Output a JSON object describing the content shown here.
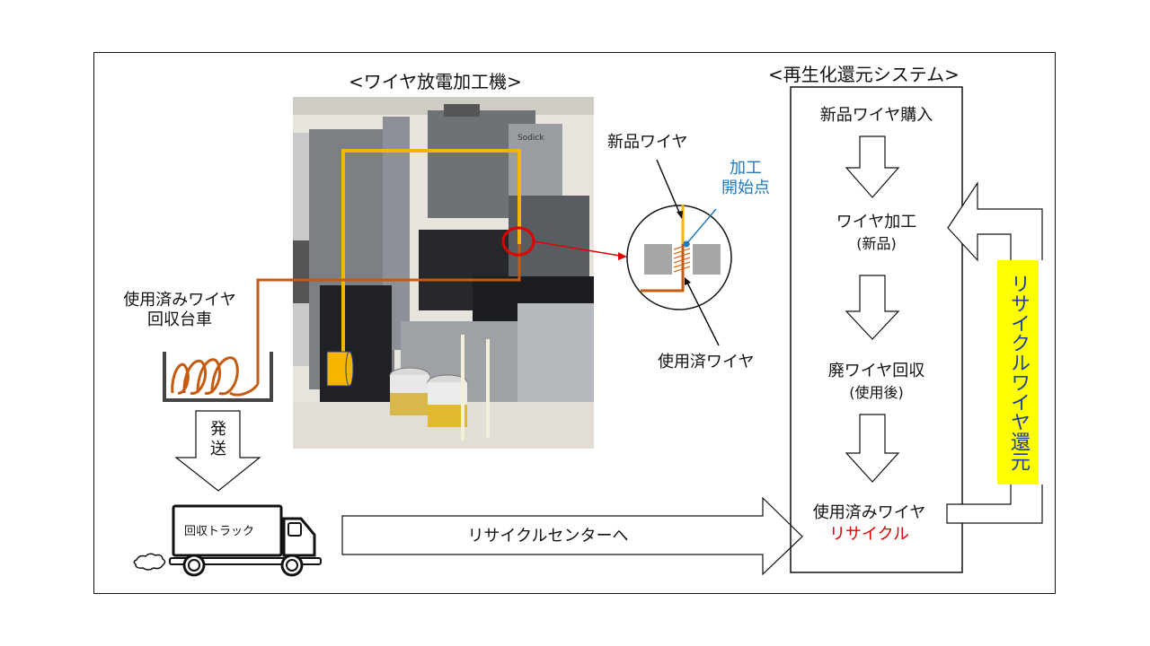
{
  "titles": {
    "machine": "<ワイヤ放電加工機>",
    "system": "<再生化還元システム>"
  },
  "left": {
    "cart_label_line1": "使用済みワイヤ",
    "cart_label_line2": "回収台車",
    "ship_label_line1": "発",
    "ship_label_line2": "送",
    "truck_label": "回収トラック"
  },
  "bottom_arrow": {
    "label": "リサイクルセンターへ"
  },
  "detail": {
    "new_wire": "新品ワイヤ",
    "start_point_line1": "加工",
    "start_point_line2": "開始点",
    "used_wire": "使用済ワイヤ"
  },
  "system_flow": {
    "step1": "新品ワイヤ購入",
    "step2_line1": "ワイヤ加工",
    "step2_line2": "(新品)",
    "step3_line1": "廃ワイヤ回収",
    "step3_line2": "(使用後)",
    "step4_line1": "使用済みワイヤ",
    "step4_line2": "リサイクル"
  },
  "return_label": "リサイクルワイヤ還元",
  "colors": {
    "new_wire": "#f5b400",
    "used_wire": "#c55a11",
    "highlight_circle": "#e00000",
    "start_point": "#1f7ac4",
    "recycle_text": "#e00000",
    "return_bg": "#ffff00",
    "return_text": "#1f3f9a",
    "die_block": "#a6a6a6"
  }
}
